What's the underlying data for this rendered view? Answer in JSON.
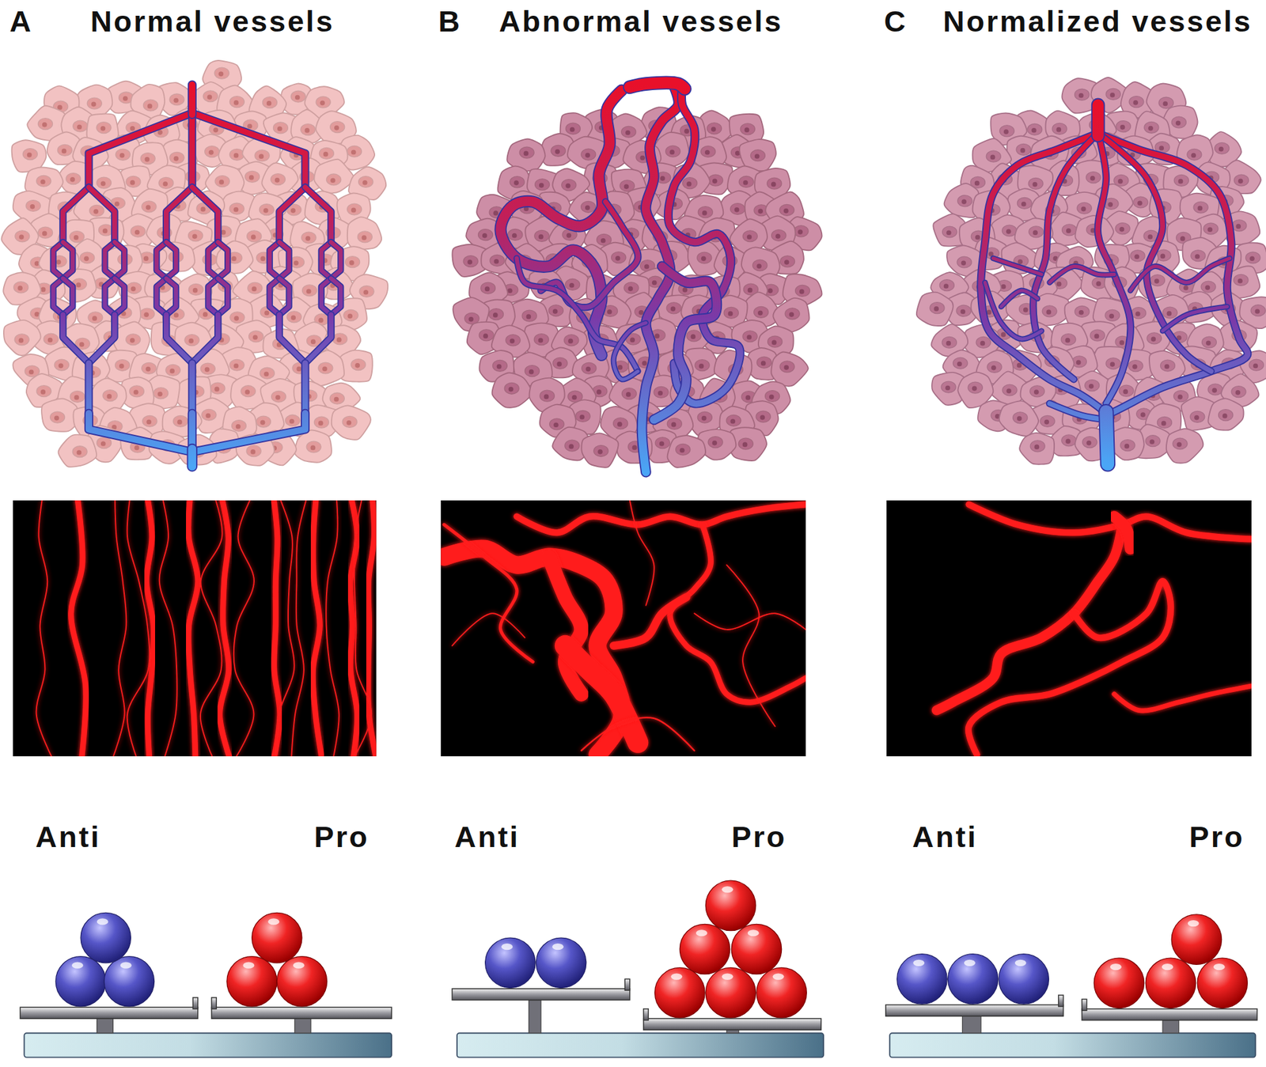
{
  "diagram": {
    "labels": [
      "A",
      "Normal vessels",
      "B",
      "Abnormal vessels",
      "C",
      "Normalized vessels",
      "Anti",
      "Pro",
      "Anti",
      "Pro",
      "Anti",
      "Pro"
    ]
  }
}
